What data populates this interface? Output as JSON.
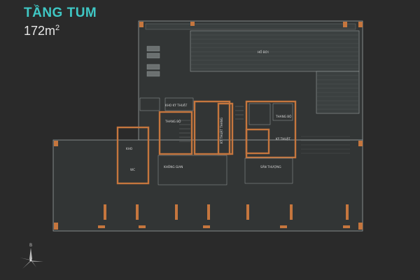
{
  "header": {
    "title": "TẦNG TUM",
    "area_value": "172m",
    "area_unit_sup": "2"
  },
  "plan": {
    "rooms": {
      "ho_boi": "HỒ BƠI",
      "thang_bo_left": "THANG BỘ",
      "thang_bo_right": "THANG BỘ",
      "ky_thuat_thang": "KỸ THUẬT THANG",
      "khong_gian_top": "KHÔNG GIAN",
      "kho_thuat_left": "KHO KỸ THUẬT",
      "san_thuong": "SÂN THƯỢNG",
      "ky_thuat_right": "KỸ THUẬT",
      "phong_left": "KHO",
      "wc": "WC"
    },
    "compass_label": "B"
  },
  "colors": {
    "background": "#2a2a2a",
    "accent": "#3fc7c4",
    "wall": "#c5763e",
    "line": "#9aa0a0",
    "roof": "#3a3f3f"
  }
}
